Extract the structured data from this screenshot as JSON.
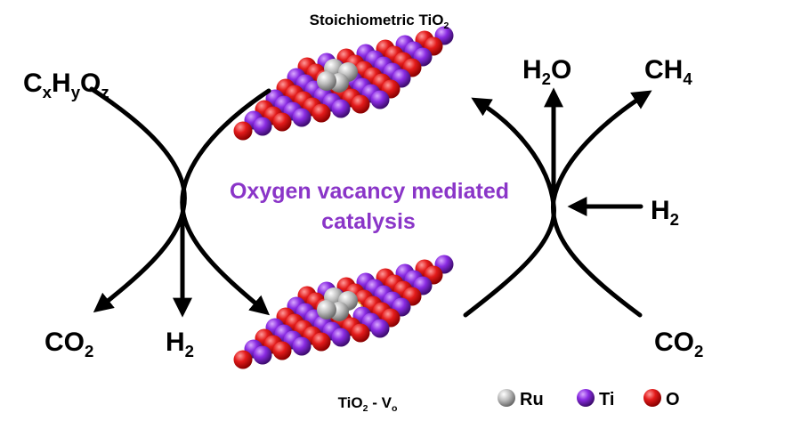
{
  "surfaces": {
    "top": {
      "caption_main": "Stoichiometric TiO",
      "caption_sub": "2"
    },
    "bottom": {
      "caption_a": "TiO",
      "caption_a_sub": "2",
      "caption_b": " - V",
      "caption_b_sub": "o"
    }
  },
  "center": {
    "line1": "Oxygen vacancy mediated",
    "line2": "catalysis"
  },
  "left_cycle": {
    "reactant": {
      "c": "C",
      "x": "x",
      "h": "H",
      "y": "y",
      "o": "O",
      "z": "z"
    },
    "product_co2": {
      "main": "CO",
      "sub": "2"
    },
    "product_h2": {
      "main": "H",
      "sub": "2"
    }
  },
  "right_cycle": {
    "reactant_co2": {
      "main": "CO",
      "sub": "2"
    },
    "reactant_h2": {
      "main": "H",
      "sub": "2"
    },
    "product_h2o": {
      "h": "H",
      "sub": "2",
      "o": "O"
    },
    "product_ch4": {
      "main": "CH",
      "sub": "4"
    }
  },
  "legend": {
    "items": [
      {
        "label": "Ru",
        "color": "#b0b0b0"
      },
      {
        "label": "Ti",
        "color": "#8a2be2"
      },
      {
        "label": "O",
        "color": "#e31b1b"
      }
    ]
  },
  "colors": {
    "accent_text": "#8a35c8",
    "ru": "#b0b0b0",
    "ti": "#8a2be2",
    "o": "#e31b1b"
  }
}
